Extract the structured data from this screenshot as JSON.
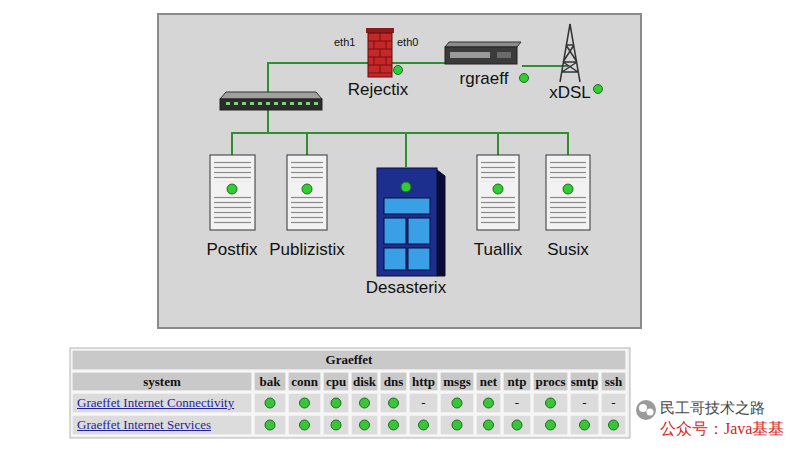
{
  "diagram": {
    "nodes": [
      {
        "text": [
          "Rejectix"
        ]
      },
      {
        "text": [
          "rgraeff"
        ]
      },
      {
        "text": [
          "xDSL"
        ]
      },
      {
        "text": [
          "Postfix"
        ]
      },
      {
        "text": [
          "Publizistix"
        ]
      },
      {
        "text": [
          "Desasterix"
        ]
      },
      {
        "text": [
          "Tuallix"
        ]
      },
      {
        "text": [
          "Susix"
        ]
      }
    ],
    "edges": [
      {
        "from": 0,
        "to": 1,
        "arrow": "none"
      },
      {
        "from": 1,
        "to": 2,
        "arrow": "none"
      },
      {
        "from": 0,
        "to": 3,
        "arrow": "none"
      },
      {
        "from": 0,
        "to": 4,
        "arrow": "none"
      },
      {
        "from": 0,
        "to": 5,
        "arrow": "none"
      },
      {
        "from": 0,
        "to": 6,
        "arrow": "none"
      },
      {
        "from": 0,
        "to": 7,
        "arrow": "none"
      }
    ],
    "labels": [
      "eth1",
      "eth0",
      "Graeffet",
      "system",
      "bak",
      "conn",
      "cpu",
      "disk",
      "dns",
      "http",
      "msgs",
      "net",
      "ntp",
      "procs",
      "smtp",
      "ssh",
      "Graeffet Internet Connectivity",
      "-",
      "-",
      "-",
      "-",
      "Graeffet Internet Services",
      "民工哥技术之路",
      "公众号：Java基基"
    ]
  }
}
